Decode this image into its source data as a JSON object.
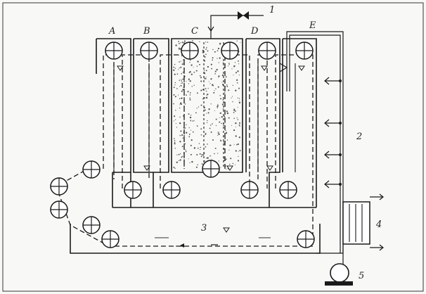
{
  "labels": {
    "tank_a": "A",
    "tank_b": "B",
    "tank_c": "C",
    "tank_d": "D",
    "tank_e": "E",
    "part_1": "1",
    "part_2": "2",
    "part_3": "3",
    "part_4": "4",
    "part_5": "5"
  },
  "colors": {
    "line": "#1a1a1a",
    "stipple": "#555555",
    "background": "#f8f8f6"
  }
}
